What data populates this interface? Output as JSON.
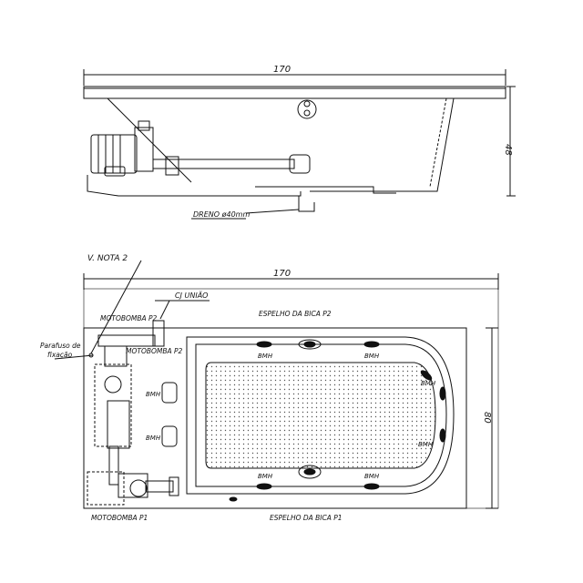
{
  "elevation": {
    "dim_width": "170",
    "dim_height": "48",
    "drain_label": "DRENO ø40mm"
  },
  "plan": {
    "dim_width": "170",
    "dim_height": "80",
    "note": "V. NOTA 2",
    "cj_uniao": "CJ UNIÃO",
    "motobomba_p2_top": "MOTOBOMBA P2",
    "motobomba_p2_inner": "MOTOBOMBA P2",
    "espelho_p2": "ESPELHO DA BICA P2",
    "espelho_p1": "ESPELHO DA BICA P1",
    "motobomba_p1": "MOTOBOMBA P1",
    "parafuso_line1": "Parafuso de",
    "parafuso_line2": "fixação",
    "bmh": "BMH"
  }
}
